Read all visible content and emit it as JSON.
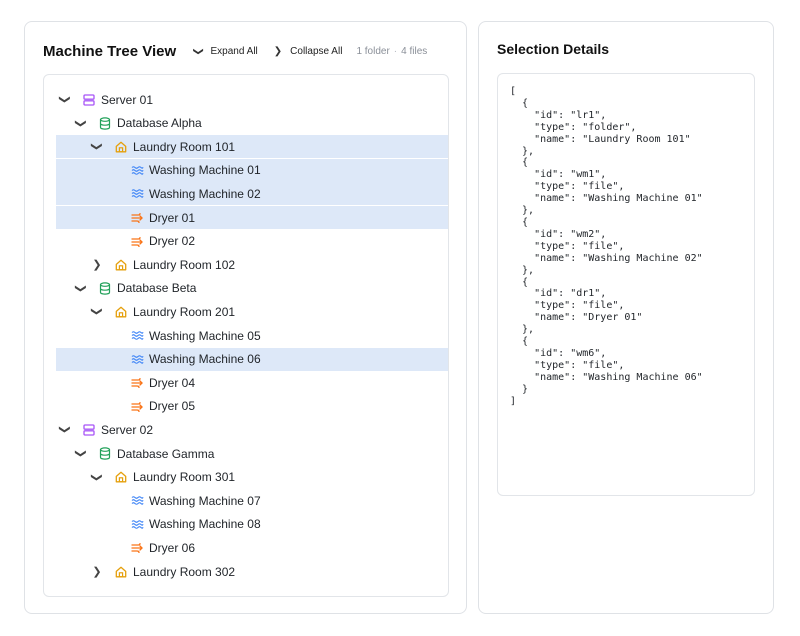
{
  "left": {
    "title": "Machine Tree View",
    "expand_all_label": "Expand All",
    "collapse_all_label": "Collapse All",
    "folder_count": "1 folder",
    "file_count": "4 files"
  },
  "tree": [
    {
      "label": "Server 01",
      "kind": "server",
      "level": 0,
      "chevron": "open",
      "selected": false
    },
    {
      "label": "Database Alpha",
      "kind": "database",
      "level": 1,
      "chevron": "open",
      "selected": false
    },
    {
      "label": "Laundry Room 101",
      "kind": "room",
      "level": 2,
      "chevron": "open",
      "selected": true
    },
    {
      "label": "Washing Machine 01",
      "kind": "washer",
      "level": 3,
      "chevron": "none",
      "selected": true
    },
    {
      "label": "Washing Machine 02",
      "kind": "washer",
      "level": 3,
      "chevron": "none",
      "selected": true
    },
    {
      "label": "Dryer 01",
      "kind": "dryer",
      "level": 3,
      "chevron": "none",
      "selected": true
    },
    {
      "label": "Dryer 02",
      "kind": "dryer",
      "level": 3,
      "chevron": "none",
      "selected": false
    },
    {
      "label": "Laundry Room 102",
      "kind": "room",
      "level": 2,
      "chevron": "closed",
      "selected": false
    },
    {
      "label": "Database Beta",
      "kind": "database",
      "level": 1,
      "chevron": "open",
      "selected": false
    },
    {
      "label": "Laundry Room 201",
      "kind": "room",
      "level": 2,
      "chevron": "open",
      "selected": false
    },
    {
      "label": "Washing Machine 05",
      "kind": "washer",
      "level": 3,
      "chevron": "none",
      "selected": false
    },
    {
      "label": "Washing Machine 06",
      "kind": "washer",
      "level": 3,
      "chevron": "none",
      "selected": true
    },
    {
      "label": "Dryer 04",
      "kind": "dryer",
      "level": 3,
      "chevron": "none",
      "selected": false
    },
    {
      "label": "Dryer 05",
      "kind": "dryer",
      "level": 3,
      "chevron": "none",
      "selected": false
    },
    {
      "label": "Server 02",
      "kind": "server",
      "level": 0,
      "chevron": "open",
      "selected": false
    },
    {
      "label": "Database Gamma",
      "kind": "database",
      "level": 1,
      "chevron": "open",
      "selected": false
    },
    {
      "label": "Laundry Room 301",
      "kind": "room",
      "level": 2,
      "chevron": "open",
      "selected": false
    },
    {
      "label": "Washing Machine 07",
      "kind": "washer",
      "level": 3,
      "chevron": "none",
      "selected": false
    },
    {
      "label": "Washing Machine 08",
      "kind": "washer",
      "level": 3,
      "chevron": "none",
      "selected": false
    },
    {
      "label": "Dryer 06",
      "kind": "dryer",
      "level": 3,
      "chevron": "none",
      "selected": false
    },
    {
      "label": "Laundry Room 302",
      "kind": "room",
      "level": 2,
      "chevron": "closed",
      "selected": false
    }
  ],
  "right": {
    "title": "Selection Details",
    "json_text": "[\n  {\n    \"id\": \"lr1\",\n    \"type\": \"folder\",\n    \"name\": \"Laundry Room 101\"\n  },\n  {\n    \"id\": \"wm1\",\n    \"type\": \"file\",\n    \"name\": \"Washing Machine 01\"\n  },\n  {\n    \"id\": \"wm2\",\n    \"type\": \"file\",\n    \"name\": \"Washing Machine 02\"\n  },\n  {\n    \"id\": \"dr1\",\n    \"type\": \"file\",\n    \"name\": \"Dryer 01\"\n  },\n  {\n    \"id\": \"wm6\",\n    \"type\": \"file\",\n    \"name\": \"Washing Machine 06\"\n  }\n]"
  },
  "colors": {
    "server": "#a855f7",
    "database": "#22a15a",
    "room": "#e5a00d",
    "washer": "#3b82f6",
    "dryer": "#f97316",
    "selected_bg": "#dde8f8"
  }
}
